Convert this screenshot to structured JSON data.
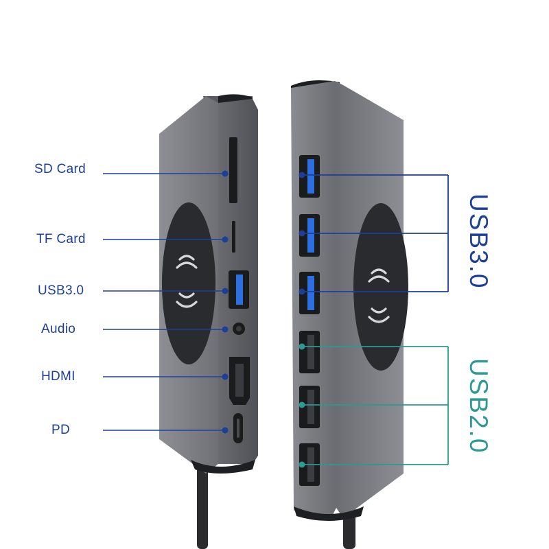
{
  "labels": {
    "sd_card": "SD Card",
    "tf_card": "TF Card",
    "usb30": "USB3.0",
    "audio": "Audio",
    "hdmi": "HDMI",
    "pd": "PD"
  },
  "groups": {
    "usb3": "USB3.0",
    "usb2": "USB2.0"
  },
  "colors": {
    "label_blue": "#1d3f9a",
    "usb3_bracket": "#1d3f9a",
    "usb2_bracket": "#2a9a92",
    "hub_body": "#7a7b80",
    "hub_face": "#9a9ba0",
    "charging_pad": "#2a2b2f"
  },
  "icons": {
    "wireless_charge": "wireless-charging-icon"
  }
}
